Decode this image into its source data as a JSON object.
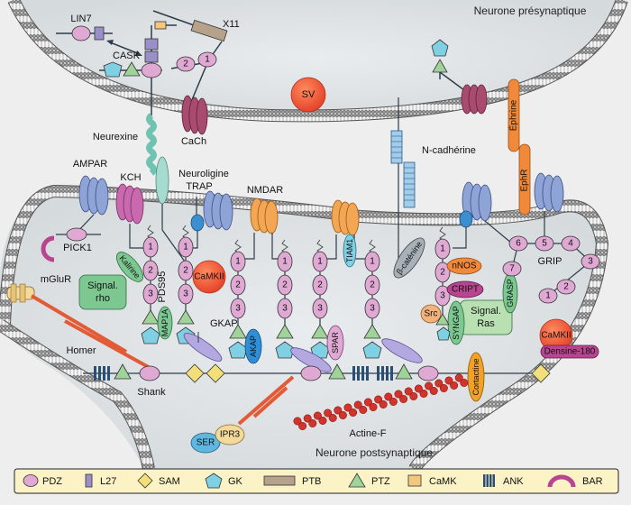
{
  "titles": {
    "presynaptic": "Neurone présynaptique",
    "postsynaptic": "Neurone postsynaptique"
  },
  "labels": {
    "lin7": "LIN7",
    "cask": "CASK",
    "x11": "X11",
    "sv": "SV",
    "cach": "CaCh",
    "neurexine": "Neurexine",
    "ncadherine": "N-cadhérine",
    "ephrine": "Éphrine",
    "ephr": "EphR",
    "ampar": "AMPAR",
    "kch": "KCH",
    "neuroligine": "Neuroligine",
    "trap": "TRAP",
    "nmdar": "NMDAR",
    "pick1": "PICK1",
    "mglur": "mGluR",
    "kalirine": "Kalirine",
    "signal_rho": [
      "Signal.",
      "rho"
    ],
    "pds95": "PDS95",
    "camkii": "CaMKII",
    "map1a": "MAP1A",
    "gkap": "GKAP",
    "akap": "AKAP",
    "spar": "SPAR",
    "tiam1": "TIAM1",
    "bcatenine": "β-caténine",
    "nnos": "nNOS",
    "cript": "CRIPT",
    "src": "Src",
    "syngap": "SYNGAP",
    "signal_ras": [
      "Signal.",
      "Ras"
    ],
    "grasp": "GRASP",
    "grip": "GRIP",
    "densine": "Densine-180",
    "homer": "Homer",
    "shank": "Shank",
    "cortactine": "Cortactine",
    "actine": "Actine-F",
    "ser": "SER",
    "ipr3": "IPR3"
  },
  "pdz_numbers": {
    "cask_x11": [
      "2",
      "1"
    ],
    "psd95_stack": [
      "1",
      "2",
      "3"
    ],
    "grip": [
      "6",
      "5",
      "4",
      "3",
      "2",
      "1",
      "7"
    ]
  },
  "colors": {
    "pdz": "#e0a9d4",
    "l27": "#9b8fc9",
    "sam": "#f3df7a",
    "gk": "#7fd0e3",
    "ptb": "#b6a28a",
    "ptz": "#9fd39a",
    "camk": "#f4c77e",
    "ank": "#2b4f73",
    "bar": "#b8458f",
    "cytoplasm": "#dfe3e6",
    "membrane": "#8a8a8a"
  },
  "legend": [
    {
      "icon": "pdz-icon",
      "label": "PDZ"
    },
    {
      "icon": "l27-icon",
      "label": "L27"
    },
    {
      "icon": "sam-icon",
      "label": "SAM"
    },
    {
      "icon": "gk-icon",
      "label": "GK"
    },
    {
      "icon": "ptb-icon",
      "label": "PTB"
    },
    {
      "icon": "ptz-icon",
      "label": "PTZ"
    },
    {
      "icon": "camk-icon",
      "label": "CaMK"
    },
    {
      "icon": "ank-icon",
      "label": "ANK"
    },
    {
      "icon": "bar-icon",
      "label": "BAR"
    }
  ]
}
